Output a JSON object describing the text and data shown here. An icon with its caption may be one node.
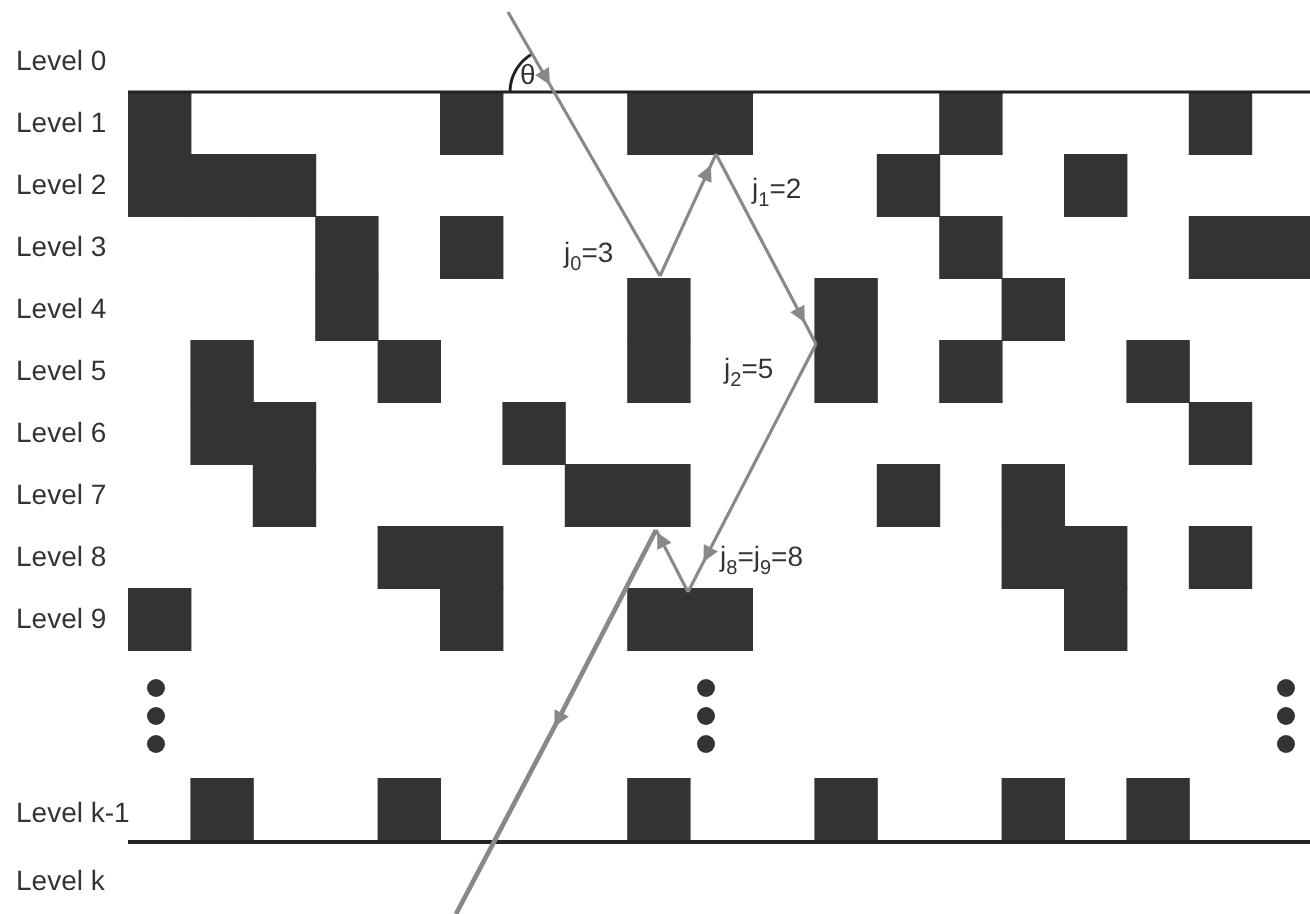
{
  "diagram": {
    "labels": [
      "Level 0",
      "θ",
      "Level 1",
      "Level 2",
      "j$_{1}$=2",
      "Level 3",
      "j$_{0}$=3",
      "Level 4",
      "Level 5",
      "j$_{2}$=5",
      "Level 6",
      "Level 7",
      "Level 8",
      "j$_{8}$=j$_{9}$=8",
      "Level 9",
      "Level k-1",
      "Level k"
    ]
  }
}
